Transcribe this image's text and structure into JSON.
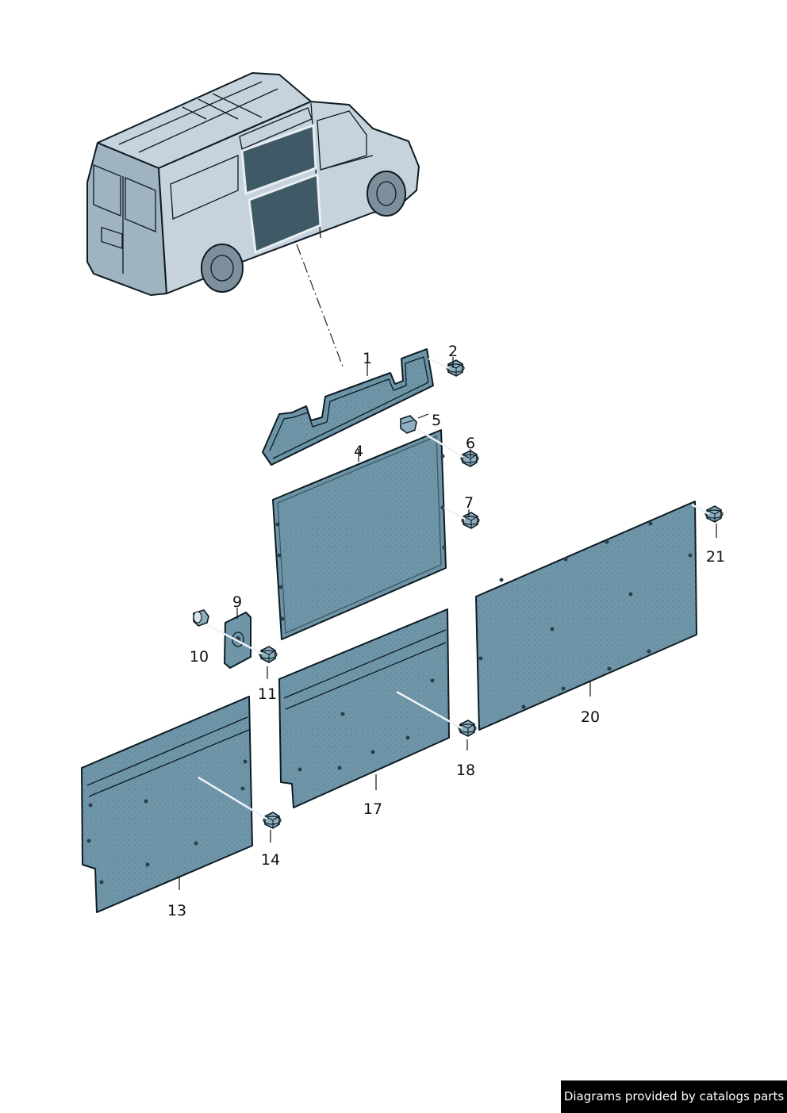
{
  "colors": {
    "panel": "#6e95a8",
    "panel_dark": "#557a8c",
    "frame": "#4c6e7d",
    "van_body": "#c6d3dc",
    "van_shade": "#9fb3c0",
    "outline": "#0d1b22"
  },
  "callouts": {
    "c1": "1",
    "c2": "2",
    "c4": "4",
    "c5": "5",
    "c6": "6",
    "c7": "7",
    "c9": "9",
    "c10": "10",
    "c11": "11",
    "c13": "13",
    "c14": "14",
    "c17": "17",
    "c18": "18",
    "c20": "20",
    "c21": "21"
  },
  "icons": {
    "screw": "hex-flange-screw-icon",
    "clip": "expanding-clip-icon",
    "van": "van-illustration"
  },
  "credit": "Diagrams provided by catalogs parts"
}
